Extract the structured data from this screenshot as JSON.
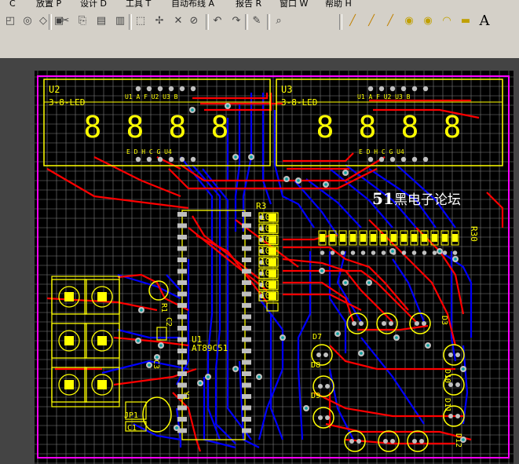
{
  "menu": {
    "items": [
      {
        "id": "view",
        "label": "C"
      },
      {
        "id": "place",
        "label": "放置 P"
      },
      {
        "id": "design",
        "label": "设计 D"
      },
      {
        "id": "tools",
        "label": "工具 T"
      },
      {
        "id": "autoroute",
        "label": "自动布线 A"
      },
      {
        "id": "reports",
        "label": "报告 R"
      },
      {
        "id": "window",
        "label": "窗口 W"
      },
      {
        "id": "help",
        "label": "帮助 H"
      }
    ]
  },
  "toolbar": {
    "icons": [
      "open-icon",
      "save-icon",
      "print-icon",
      "zoom-icon",
      "cut-icon",
      "copy-icon",
      "paste-icon",
      "paste-special-icon",
      "select-icon",
      "move-icon",
      "cross-icon",
      "deselect-icon",
      "undo-icon",
      "redo-icon",
      "pencil-icon",
      "browse-icon"
    ],
    "place_icons": [
      "track-icon",
      "arc-icon",
      "line-icon",
      "pad-icon",
      "via-icon",
      "arc-tool-icon",
      "fill-icon",
      "string-icon"
    ],
    "string_tool_glyph": "A"
  },
  "components": {
    "u2": {
      "ref": "U2",
      "value": "3-8-LED",
      "top_pins": "U1 A F U2 U3 B",
      "bottom_pins": "E D H C G U4",
      "digits": [
        "8",
        "8",
        "8",
        "8"
      ]
    },
    "u3": {
      "ref": "U3",
      "value": "3-8-LED",
      "top_pins": "U1 A F U2 U3 B",
      "bottom_pins": "E D H C G U4",
      "digits": [
        "8",
        "8",
        "8",
        "8"
      ]
    },
    "u1": {
      "ref": "U1",
      "value": "AT89C51"
    },
    "r3": {
      "ref": "R3",
      "values": [
        "10K",
        "10K",
        "10K",
        "10K",
        "10K",
        "10K",
        "10K",
        "10K"
      ]
    },
    "r30": {
      "ref": "R30"
    },
    "leds": [
      "D3",
      "D7",
      "D8",
      "D9",
      "D10",
      "D11",
      "D12"
    ],
    "misc_labels": [
      "C2",
      "JP1",
      "Y1",
      "C1",
      "R1",
      "C3"
    ]
  },
  "watermark": {
    "number": "51",
    "text": "黑电子论坛"
  },
  "colors": {
    "board_bg": "#000000",
    "grid": "#7f7f7f",
    "top_layer": "#ff0000",
    "bottom_layer": "#0000ff",
    "silkscreen": "#ffff00",
    "pad": "#c0c0c0",
    "via_hole": "#00a0a0",
    "keepout": "#ff00ff"
  }
}
